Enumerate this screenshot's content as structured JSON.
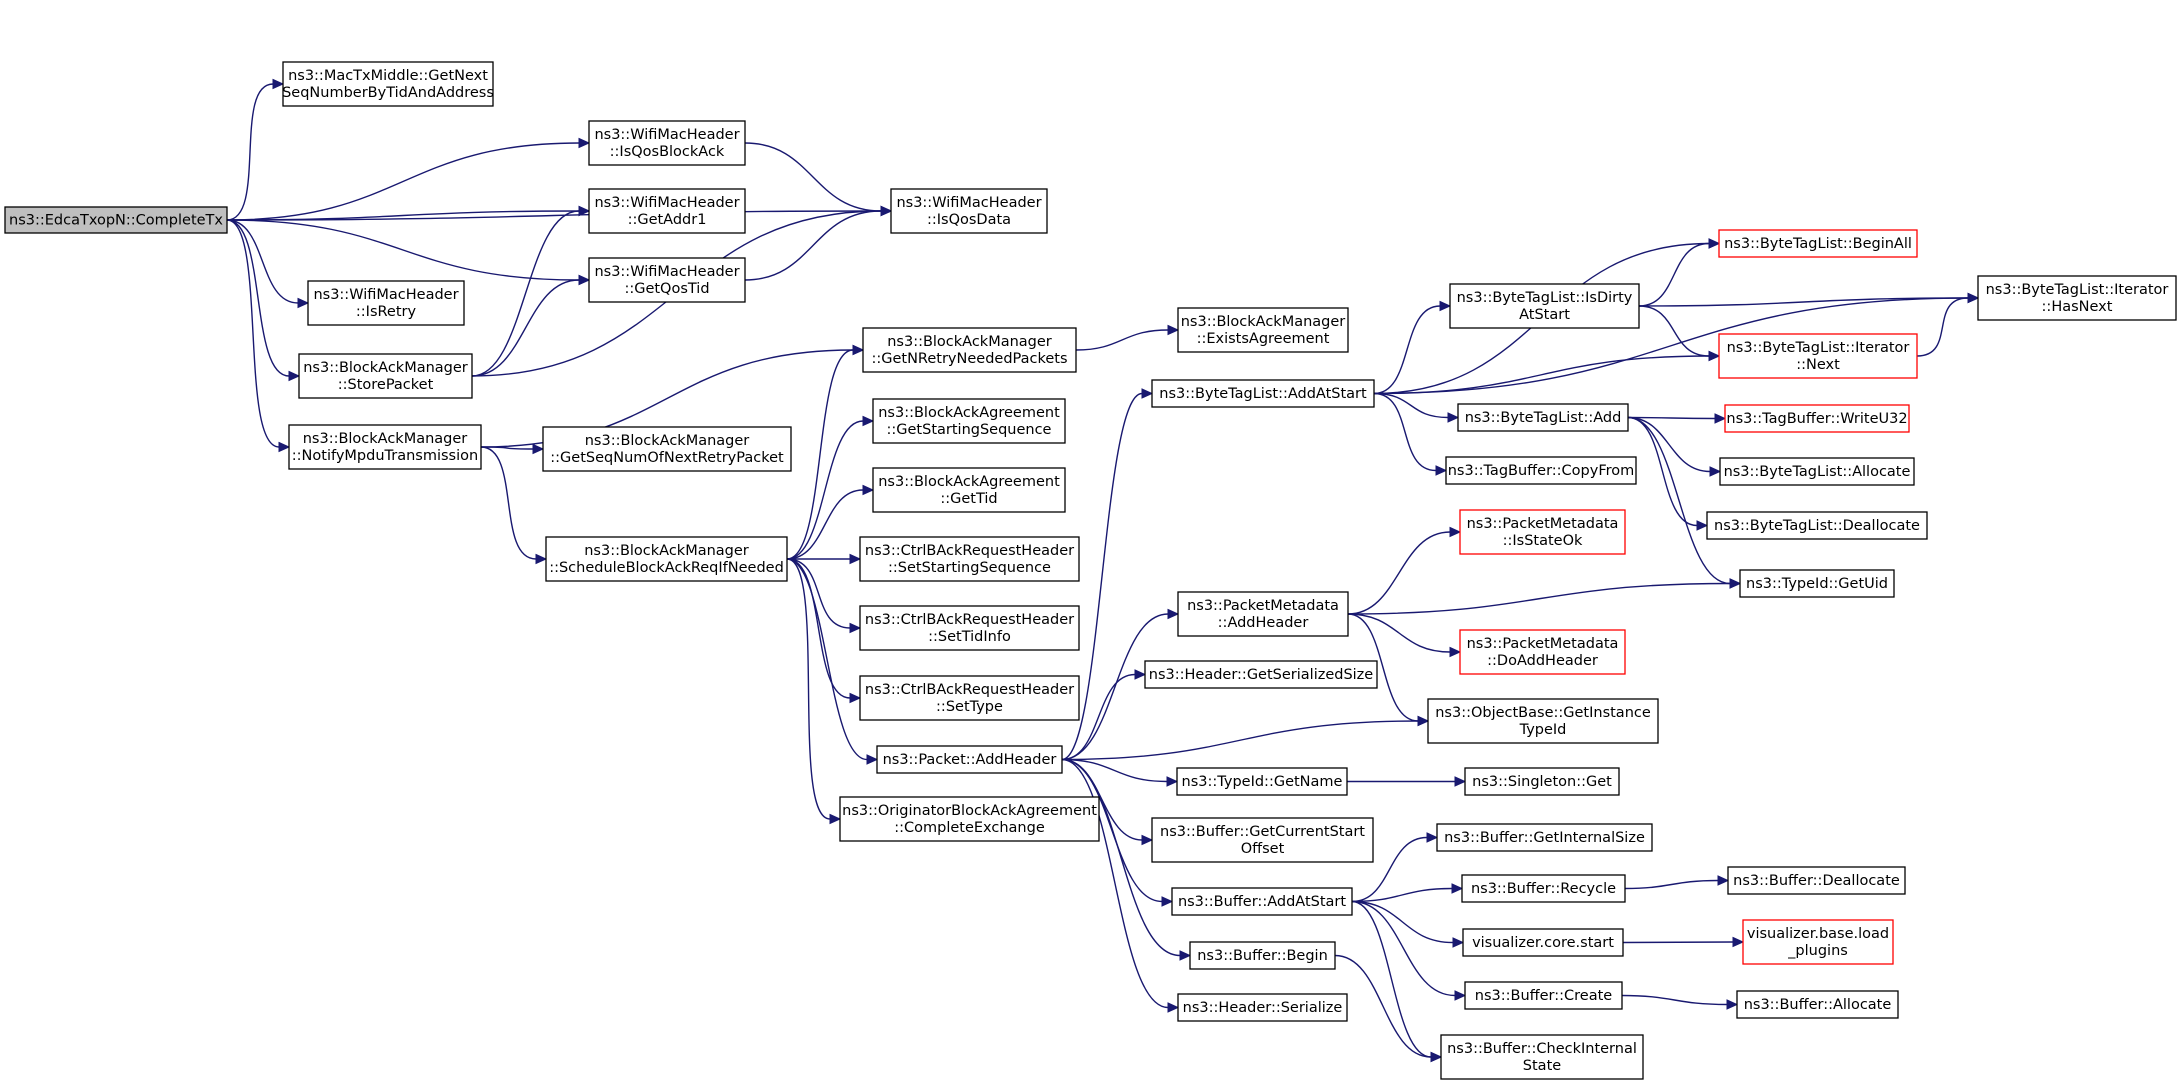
{
  "nodes": [
    {
      "id": "n_complete_tx",
      "lines": [
        "ns3::EdcaTxopN::CompleteTx"
      ],
      "style": "root"
    },
    {
      "id": "n_getnext_seq",
      "lines": [
        "ns3::MacTxMiddle::GetNext",
        "SeqNumberByTidAndAddress"
      ],
      "style": "normal"
    },
    {
      "id": "n_isqosblockack",
      "lines": [
        "ns3::WifiMacHeader",
        "::IsQosBlockAck"
      ],
      "style": "normal"
    },
    {
      "id": "n_getaddr1",
      "lines": [
        "ns3::WifiMacHeader",
        "::GetAddr1"
      ],
      "style": "normal"
    },
    {
      "id": "n_getqostid",
      "lines": [
        "ns3::WifiMacHeader",
        "::GetQosTid"
      ],
      "style": "normal"
    },
    {
      "id": "n_isqosdata",
      "lines": [
        "ns3::WifiMacHeader",
        "::IsQosData"
      ],
      "style": "normal"
    },
    {
      "id": "n_isretry",
      "lines": [
        "ns3::WifiMacHeader",
        "::IsRetry"
      ],
      "style": "normal"
    },
    {
      "id": "n_storepacket",
      "lines": [
        "ns3::BlockAckManager",
        "::StorePacket"
      ],
      "style": "normal"
    },
    {
      "id": "n_notifympdu",
      "lines": [
        "ns3::BlockAckManager",
        "::NotifyMpduTransmission"
      ],
      "style": "normal"
    },
    {
      "id": "n_getseqnum",
      "lines": [
        "ns3::BlockAckManager",
        "::GetSeqNumOfNextRetryPacket"
      ],
      "style": "normal"
    },
    {
      "id": "n_schedule",
      "lines": [
        "ns3::BlockAckManager",
        "::ScheduleBlockAckReqIfNeeded"
      ],
      "style": "normal"
    },
    {
      "id": "n_getnretry",
      "lines": [
        "ns3::BlockAckManager",
        "::GetNRetryNeededPackets"
      ],
      "style": "normal"
    },
    {
      "id": "n_existsagreement",
      "lines": [
        "ns3::BlockAckManager",
        "::ExistsAgreement"
      ],
      "style": "normal"
    },
    {
      "id": "n_getstartingseq",
      "lines": [
        "ns3::BlockAckAgreement",
        "::GetStartingSequence"
      ],
      "style": "normal"
    },
    {
      "id": "n_gettid",
      "lines": [
        "ns3::BlockAckAgreement",
        "::GetTid"
      ],
      "style": "normal"
    },
    {
      "id": "n_setstartingseq",
      "lines": [
        "ns3::CtrlBAckRequestHeader",
        "::SetStartingSequence"
      ],
      "style": "normal"
    },
    {
      "id": "n_settidinfo",
      "lines": [
        "ns3::CtrlBAckRequestHeader",
        "::SetTidInfo"
      ],
      "style": "normal"
    },
    {
      "id": "n_settype",
      "lines": [
        "ns3::CtrlBAckRequestHeader",
        "::SetType"
      ],
      "style": "normal"
    },
    {
      "id": "n_addheader",
      "lines": [
        "ns3::Packet::AddHeader"
      ],
      "style": "normal"
    },
    {
      "id": "n_completeexchange",
      "lines": [
        "ns3::OriginatorBlockAckAgreement",
        "::CompleteExchange"
      ],
      "style": "normal"
    },
    {
      "id": "n_bytetag_addatstart",
      "lines": [
        "ns3::ByteTagList::AddAtStart"
      ],
      "style": "normal"
    },
    {
      "id": "n_isdirty",
      "lines": [
        "ns3::ByteTagList::IsDirty",
        "AtStart"
      ],
      "style": "normal"
    },
    {
      "id": "n_beginall",
      "lines": [
        "ns3::ByteTagList::BeginAll"
      ],
      "style": "truncated"
    },
    {
      "id": "n_iter_hasnext",
      "lines": [
        "ns3::ByteTagList::Iterator",
        "::HasNext"
      ],
      "style": "normal"
    },
    {
      "id": "n_iter_next",
      "lines": [
        "ns3::ByteTagList::Iterator",
        "::Next"
      ],
      "style": "truncated"
    },
    {
      "id": "n_bytetag_add",
      "lines": [
        "ns3::ByteTagList::Add"
      ],
      "style": "normal"
    },
    {
      "id": "n_writeu32",
      "lines": [
        "ns3::TagBuffer::WriteU32"
      ],
      "style": "truncated"
    },
    {
      "id": "n_allocate_bt",
      "lines": [
        "ns3::ByteTagList::Allocate"
      ],
      "style": "normal"
    },
    {
      "id": "n_deallocate_bt",
      "lines": [
        "ns3::ByteTagList::Deallocate"
      ],
      "style": "normal"
    },
    {
      "id": "n_copyfrom",
      "lines": [
        "ns3::TagBuffer::CopyFrom"
      ],
      "style": "normal"
    },
    {
      "id": "n_isstateok",
      "lines": [
        "ns3::PacketMetadata",
        "::IsStateOk"
      ],
      "style": "truncated"
    },
    {
      "id": "n_pm_addheader",
      "lines": [
        "ns3::PacketMetadata",
        "::AddHeader"
      ],
      "style": "normal"
    },
    {
      "id": "n_getuid",
      "lines": [
        "ns3::TypeId::GetUid"
      ],
      "style": "normal"
    },
    {
      "id": "n_doaddheader",
      "lines": [
        "ns3::PacketMetadata",
        "::DoAddHeader"
      ],
      "style": "truncated"
    },
    {
      "id": "n_getserializedsize",
      "lines": [
        "ns3::Header::GetSerializedSize"
      ],
      "style": "normal"
    },
    {
      "id": "n_getinstancetypeid",
      "lines": [
        "ns3::ObjectBase::GetInstance",
        "TypeId"
      ],
      "style": "normal"
    },
    {
      "id": "n_getname",
      "lines": [
        "ns3::TypeId::GetName"
      ],
      "style": "normal"
    },
    {
      "id": "n_singleton_get",
      "lines": [
        "ns3::Singleton::Get"
      ],
      "style": "normal"
    },
    {
      "id": "n_getcurrentstart",
      "lines": [
        "ns3::Buffer::GetCurrentStart",
        "Offset"
      ],
      "style": "normal"
    },
    {
      "id": "n_getinternalsize",
      "lines": [
        "ns3::Buffer::GetInternalSize"
      ],
      "style": "normal"
    },
    {
      "id": "n_buf_addatstart",
      "lines": [
        "ns3::Buffer::AddAtStart"
      ],
      "style": "normal"
    },
    {
      "id": "n_recycle",
      "lines": [
        "ns3::Buffer::Recycle"
      ],
      "style": "normal"
    },
    {
      "id": "n_buf_deallocate",
      "lines": [
        "ns3::Buffer::Deallocate"
      ],
      "style": "normal"
    },
    {
      "id": "n_viz_start",
      "lines": [
        "visualizer.core.start"
      ],
      "style": "normal"
    },
    {
      "id": "n_viz_load",
      "lines": [
        "visualizer.base.load",
        "_plugins"
      ],
      "style": "truncated"
    },
    {
      "id": "n_buf_begin",
      "lines": [
        "ns3::Buffer::Begin"
      ],
      "style": "normal"
    },
    {
      "id": "n_buf_create",
      "lines": [
        "ns3::Buffer::Create"
      ],
      "style": "normal"
    },
    {
      "id": "n_buf_allocate",
      "lines": [
        "ns3::Buffer::Allocate"
      ],
      "style": "normal"
    },
    {
      "id": "n_header_serialize",
      "lines": [
        "ns3::Header::Serialize"
      ],
      "style": "normal"
    },
    {
      "id": "n_checkinternal",
      "lines": [
        "ns3::Buffer::CheckInternal",
        "State"
      ],
      "style": "normal"
    }
  ],
  "edges": [
    [
      "n_complete_tx",
      "n_getnext_seq"
    ],
    [
      "n_complete_tx",
      "n_isqosblockack"
    ],
    [
      "n_complete_tx",
      "n_getaddr1"
    ],
    [
      "n_complete_tx",
      "n_getqostid"
    ],
    [
      "n_complete_tx",
      "n_isqosdata"
    ],
    [
      "n_complete_tx",
      "n_isretry"
    ],
    [
      "n_complete_tx",
      "n_storepacket"
    ],
    [
      "n_complete_tx",
      "n_notifympdu"
    ],
    [
      "n_isqosblockack",
      "n_isqosdata"
    ],
    [
      "n_getqostid",
      "n_isqosdata"
    ],
    [
      "n_storepacket",
      "n_getaddr1"
    ],
    [
      "n_storepacket",
      "n_getqostid"
    ],
    [
      "n_storepacket",
      "n_isqosdata"
    ],
    [
      "n_notifympdu",
      "n_getnretry"
    ],
    [
      "n_notifympdu",
      "n_getseqnum"
    ],
    [
      "n_notifympdu",
      "n_schedule"
    ],
    [
      "n_getnretry",
      "n_existsagreement"
    ],
    [
      "n_schedule",
      "n_getnretry"
    ],
    [
      "n_schedule",
      "n_getstartingseq"
    ],
    [
      "n_schedule",
      "n_gettid"
    ],
    [
      "n_schedule",
      "n_setstartingseq"
    ],
    [
      "n_schedule",
      "n_settidinfo"
    ],
    [
      "n_schedule",
      "n_settype"
    ],
    [
      "n_schedule",
      "n_addheader"
    ],
    [
      "n_schedule",
      "n_completeexchange"
    ],
    [
      "n_addheader",
      "n_bytetag_addatstart"
    ],
    [
      "n_addheader",
      "n_pm_addheader"
    ],
    [
      "n_addheader",
      "n_getserializedsize"
    ],
    [
      "n_addheader",
      "n_getinstancetypeid"
    ],
    [
      "n_addheader",
      "n_getname"
    ],
    [
      "n_addheader",
      "n_getcurrentstart"
    ],
    [
      "n_addheader",
      "n_buf_addatstart"
    ],
    [
      "n_addheader",
      "n_buf_begin"
    ],
    [
      "n_addheader",
      "n_header_serialize"
    ],
    [
      "n_bytetag_addatstart",
      "n_iter_hasnext"
    ],
    [
      "n_bytetag_addatstart",
      "n_beginall"
    ],
    [
      "n_bytetag_addatstart",
      "n_isdirty"
    ],
    [
      "n_bytetag_addatstart",
      "n_iter_next"
    ],
    [
      "n_bytetag_addatstart",
      "n_bytetag_add"
    ],
    [
      "n_bytetag_addatstart",
      "n_copyfrom"
    ],
    [
      "n_isdirty",
      "n_beginall"
    ],
    [
      "n_isdirty",
      "n_iter_hasnext"
    ],
    [
      "n_isdirty",
      "n_iter_next"
    ],
    [
      "n_iter_next",
      "n_iter_hasnext"
    ],
    [
      "n_bytetag_add",
      "n_writeu32"
    ],
    [
      "n_bytetag_add",
      "n_allocate_bt"
    ],
    [
      "n_bytetag_add",
      "n_deallocate_bt"
    ],
    [
      "n_bytetag_add",
      "n_getuid"
    ],
    [
      "n_pm_addheader",
      "n_isstateok"
    ],
    [
      "n_pm_addheader",
      "n_getuid"
    ],
    [
      "n_pm_addheader",
      "n_doaddheader"
    ],
    [
      "n_pm_addheader",
      "n_getinstancetypeid"
    ],
    [
      "n_getname",
      "n_singleton_get"
    ],
    [
      "n_buf_addatstart",
      "n_getinternalsize"
    ],
    [
      "n_buf_addatstart",
      "n_recycle"
    ],
    [
      "n_buf_addatstart",
      "n_viz_start"
    ],
    [
      "n_buf_addatstart",
      "n_buf_create"
    ],
    [
      "n_buf_addatstart",
      "n_checkinternal"
    ],
    [
      "n_recycle",
      "n_buf_deallocate"
    ],
    [
      "n_viz_start",
      "n_viz_load"
    ],
    [
      "n_buf_create",
      "n_buf_allocate"
    ],
    [
      "n_buf_begin",
      "n_checkinternal"
    ]
  ]
}
